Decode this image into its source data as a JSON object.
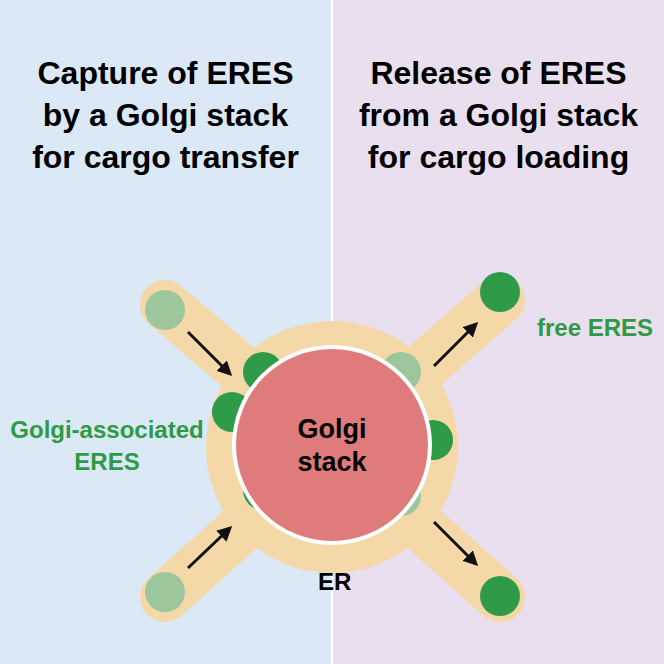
{
  "diagram": {
    "nodes": [
      {
        "text": [
          "Capture of ERES by a Golgi stack for cargo transfer"
        ]
      },
      {
        "text": [
          "Release of ERES from a Golgi stack for cargo loading"
        ]
      },
      {
        "text": [
          "ER"
        ]
      },
      {
        "text": [
          "Golgi stack"
        ],
        "in": 2
      }
    ],
    "labels": [
      "Golgi-associated ERES",
      "free ERES"
    ]
  }
}
